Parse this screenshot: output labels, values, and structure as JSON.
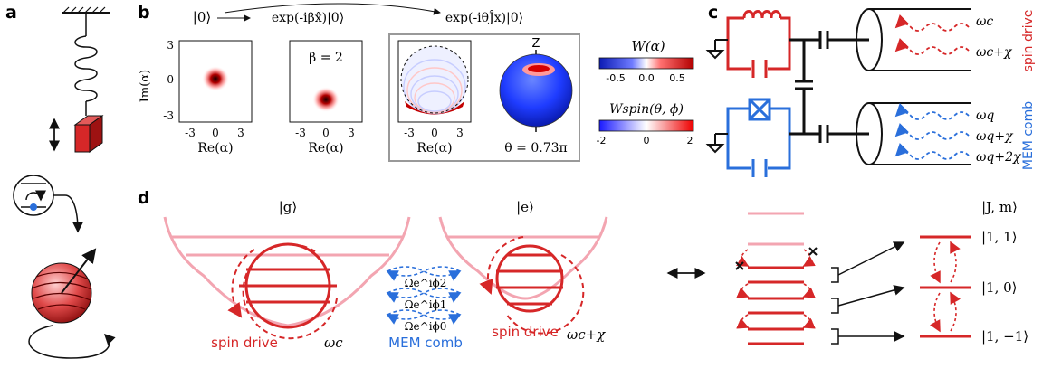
{
  "panel_labels": {
    "a": "a",
    "b": "b",
    "c": "c",
    "d": "d"
  },
  "panel_b": {
    "top_states": [
      "|0⟩",
      "exp(-iβx̂)|0⟩",
      "exp(-iθĴx)|0⟩"
    ],
    "ylabel": "Im(α)",
    "xlabel": "Re(α)",
    "xticks": [
      "-3",
      "0",
      "3"
    ],
    "yticks": [
      "3",
      "0",
      "-3"
    ],
    "beta_label": "β = 2",
    "theta_label": "θ = 0.73π",
    "sphere_axis": "Z",
    "colorbar_w": {
      "label": "W(α)",
      "ticks": [
        "-0.5",
        "0.0",
        "0.5"
      ]
    },
    "colorbar_spin": {
      "label": "Wspin(θ, ϕ)",
      "ticks": [
        "-2",
        "0",
        "2"
      ]
    },
    "colors": {
      "negative": "#1a1aff",
      "positive": "#dd0000"
    }
  },
  "panel_c": {
    "top_freqs": [
      "ωc",
      "ωc+χ"
    ],
    "bottom_freqs": [
      "ωq",
      "ωq+χ",
      "ωq+2χ"
    ],
    "spin_drive": "spin drive",
    "mem_comb": "MEM comb",
    "colors": {
      "red": "#d62728",
      "blue": "#2a6fdb"
    }
  },
  "panel_d": {
    "g_label": "|g⟩",
    "e_label": "|e⟩",
    "jm_label": "|J, m⟩",
    "spin_drive_1": "spin drive",
    "omega_c": "ωc",
    "omega_c_chi": "ωc+χ",
    "spin_drive_2": "spin drive",
    "tones": [
      "Ωe^iϕ2",
      "Ωe^iϕ1",
      "Ωe^iϕ0"
    ],
    "mem_comb": "MEM comb",
    "jm_states": [
      "|1, 1⟩",
      "|1, 0⟩",
      "|1, −1⟩"
    ],
    "colors": {
      "pink": "#f3a5b1",
      "red": "#d62728",
      "blue": "#2a6fdb"
    }
  }
}
